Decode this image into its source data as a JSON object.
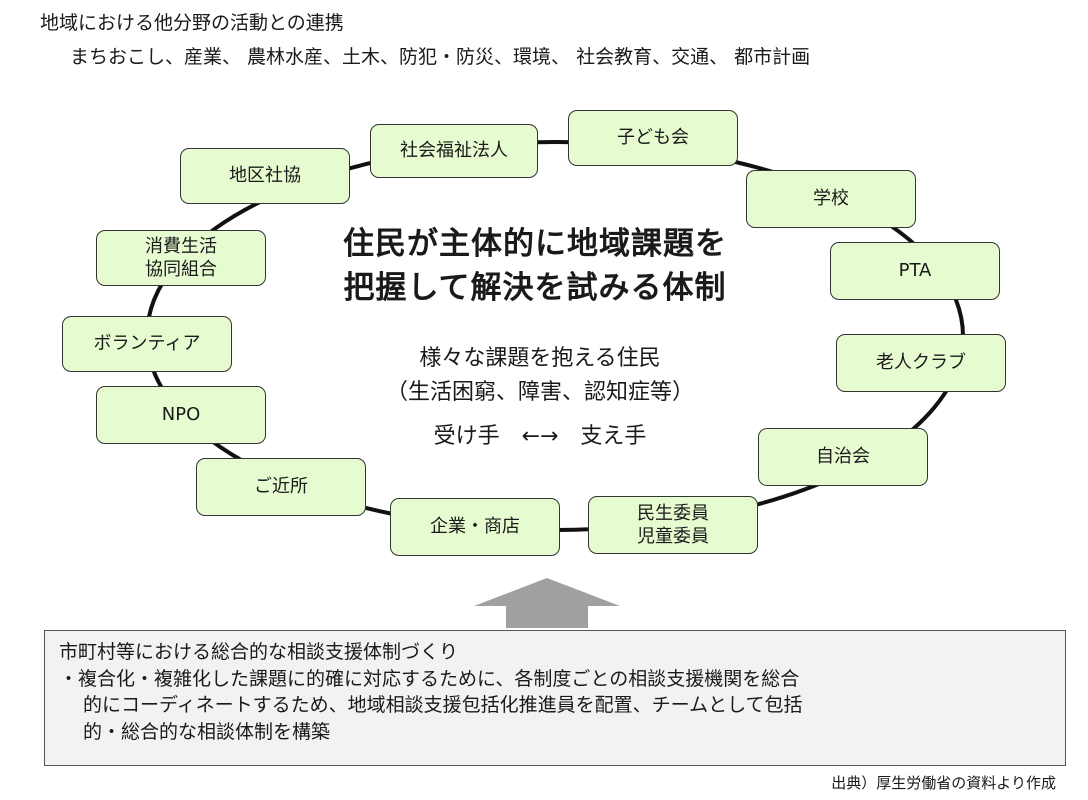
{
  "header": {
    "title": "地域における他分野の活動との連携",
    "fields": "まちおこし、産業、 農林水産、土木、防犯・防災、環境、 社会教育、交通、 都市計画"
  },
  "ring_nodes": {
    "social_welfare_corp": "社会福祉法人",
    "kids_club": "子ども会",
    "school": "学校",
    "pta": "PTA",
    "seniors_club": "老人クラブ",
    "neighborhood_assoc": "自治会",
    "commissioned_welfare": [
      "民生委員",
      "児童委員"
    ],
    "business": "企業・商店",
    "neighbors": "ご近所",
    "npo": "NPO",
    "volunteers": "ボランティア",
    "consumer_coop": [
      "消費生活",
      "協同組合"
    ],
    "district_council": "地区社協"
  },
  "center": {
    "title": [
      "住民が主体的に地域課題を",
      "把握して解決を試みる体制"
    ],
    "subtitle": "様々な課題を抱える住民",
    "examples": "（生活困窮、障害、認知症等）",
    "roles": "受け手　←→　支え手"
  },
  "info_box": {
    "title": "市町村等における総合的な相談支援体制づくり",
    "bullet_lines": [
      "・複合化・複雑化した課題に的確に対応するために、各制度ごとの相談支援機関を総合",
      "的にコーディネートするため、地域相談支援包括化推進員を配置、チームとして包括",
      "的・総合的な相談体制を構築"
    ]
  },
  "source": "出典）厚生労働省の資料より作成",
  "colors": {
    "node_fill": "#e6fbd0",
    "arrow": "#a0a0a0",
    "info_box_fill": "#f2f2f2"
  }
}
